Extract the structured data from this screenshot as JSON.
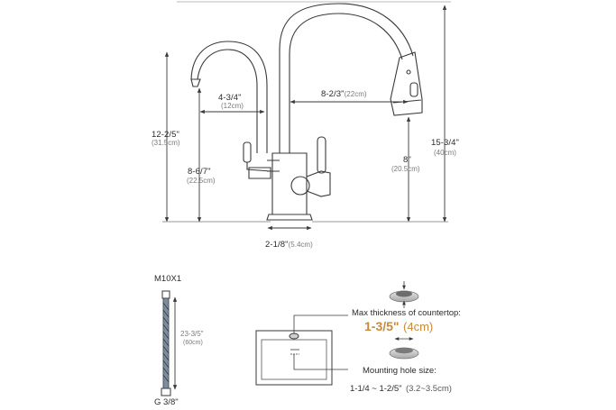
{
  "faucet": {
    "spout_reach_in": "8-2/3\"",
    "spout_reach_cm": "(22cm)",
    "small_spout_reach_in": "4-3/4\"",
    "small_spout_reach_cm": "(12cm)",
    "small_spout_height_in": "12-2/5\"",
    "small_spout_height_cm": "(31.5cm)",
    "small_outlet_height_in": "8-6/7\"",
    "small_outlet_height_cm": "(22.5cm)",
    "spout_outlet_height_in": "8\"",
    "spout_outlet_height_cm": "(20.5cm)",
    "total_height_in": "15-3/4\"",
    "total_height_cm": "(40cm)",
    "base_diameter_in": "2-1/8\"",
    "base_diameter_cm": "(5.4cm)"
  },
  "hose": {
    "top_thread": "M10X1",
    "length_in": "23-3/5\"",
    "length_cm": "(60cm)",
    "bottom_thread": "G 3/8\""
  },
  "countertop": {
    "max_thickness_label": "Max thickness of countertop:",
    "max_thickness_in": "1-3/5\"",
    "max_thickness_cm": "(4cm)",
    "mounting_hole_label": "Mounting hole size:",
    "mounting_hole_range_in": "1-1/4 ~ 1-2/5\"",
    "mounting_hole_range_cm": "(3.2~3.5cm)"
  },
  "colors": {
    "line": "#3a3a3a",
    "dim": "#4a4a4a",
    "accent": "#c8893c"
  }
}
